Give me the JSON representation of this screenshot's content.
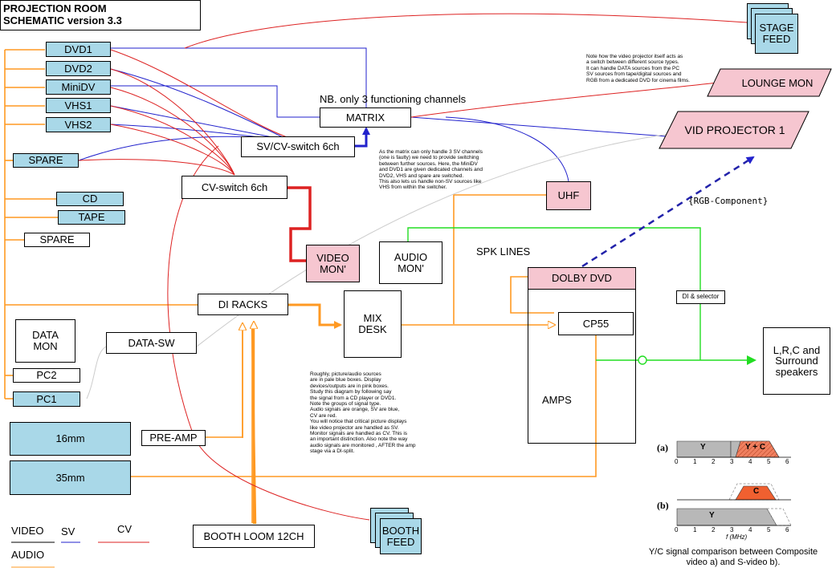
{
  "title": {
    "line1": "PROJECTION ROOM",
    "line2": "SCHEMATIC version 3.3"
  },
  "sources": {
    "dvd1": "DVD1",
    "dvd2": "DVD2",
    "minidv": "MiniDV",
    "vhs1": "VHS1",
    "vhs2": "VHS2",
    "spare_blue": "SPARE",
    "cd": "CD",
    "tape": "TAPE",
    "spare_white": "SPARE",
    "pc2": "PC2",
    "pc1": "PC1",
    "data_mon": "DATA\nMON",
    "f16": "16mm",
    "f35": "35mm"
  },
  "nodes": {
    "matrix": "MATRIX",
    "svcv": "SV/CV-switch 6ch",
    "cv": "CV-switch 6ch",
    "video_mon": "VIDEO\nMON'",
    "audio_mon": "AUDIO\nMON'",
    "uhf": "UHF",
    "di_racks": "DI RACKS",
    "data_sw": "DATA-SW",
    "mix_desk": "MIX\nDESK",
    "dolby": "DOLBY DVD",
    "cp55": "CP55",
    "amps": "AMPS",
    "pre_amp": "PRE-AMP",
    "booth_loom": "BOOTH LOOM 12CH",
    "booth_feed": "BOOTH\nFEED",
    "stage_feed": "STAGE\nFEED",
    "lounge_mon": "LOUNGE MON",
    "vid_projector": "VID PROJECTOR 1",
    "speakers": "L,R,C and\nSurround\nspeakers",
    "di_selector": "DI & selector"
  },
  "labels": {
    "nb": "NB. only 3 functioning channels",
    "spk": "SPK LINES",
    "rgb": "{RGB-Component}"
  },
  "notes": {
    "projector": "Note how the video projector itself acts as\na switch between different source types.\nIt can handle DATA sources from the PC\nSV sources from tape/digital sources and\nRGB from a dedicated DVD for cinema films.",
    "matrix": "As the matrix can only handle 3 SV channels\n(one is faulty) we need to provide switching\nbetween further sources. Here, the MiniDV\nand DVD1 are given dedicated channels and\nDVD2, VHS and spare are switched.\nThis also lets us handle non-SV sources like\nVHS from within the switcher.",
    "roughly": "Roughly, picture/audio sources\nare in pale blue boxes. Display\ndevices/outputs are in pink boxes.\nStudy this diagram by following say\nthe signal from a CD player or DVD1.\nNote the groups of signal type.\nAudio signals are orange, SV are blue,\nCV are red.\nYou will notice that critical picture displays\nlike video projector are handled as SV.\nMonitor signals are handled as CV. This is\nan important distinction. Also note the way\naudio signals are monitored , AFTER the amp\nstage via a DI-split."
  },
  "legend": {
    "video": "VIDEO",
    "sv": "SV",
    "cv": "CV",
    "audio": "AUDIO"
  },
  "inset": {
    "label_a": "(a)",
    "label_b": "(b)",
    "y": "Y",
    "yc": "Y + C",
    "c": "C",
    "ticks": [
      "0",
      "1",
      "2",
      "3",
      "4",
      "5",
      "6"
    ],
    "f_unit": "f (MHz)",
    "caption": "Y/C signal comparison between Composite\nvideo a) and S-video b)."
  },
  "colors": {
    "sv": "#2222cc",
    "cv": "#dd2222",
    "audio": "#ff9922",
    "spk": "#22dd22",
    "source_fill": "#a9d8e8",
    "display_fill": "#f6c6d0"
  }
}
